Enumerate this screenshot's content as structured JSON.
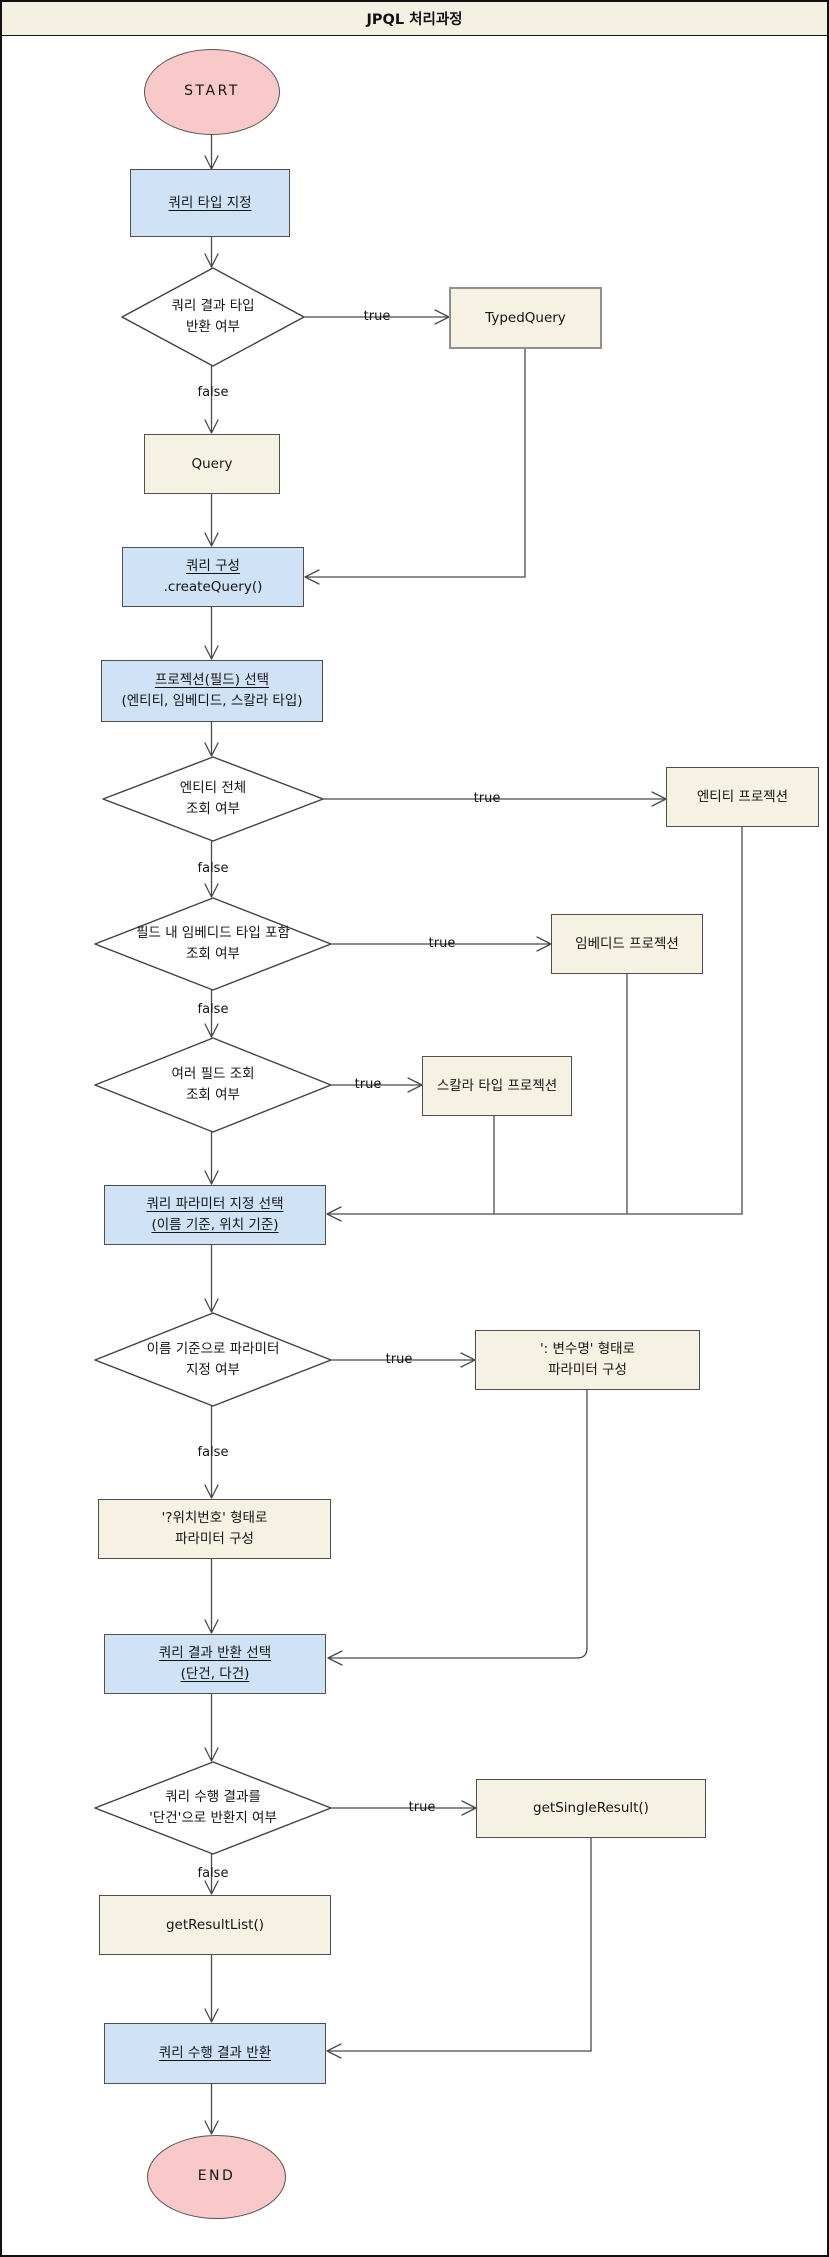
{
  "title": "JPQL 처리과정",
  "colors": {
    "title_bg": "#f4f0e2",
    "terminal_fill": "#f9c8c8",
    "process_fill": "#cfe2f6",
    "io_fill": "#f5f1e3",
    "line": "#4a4a4a"
  },
  "labels": {
    "true": "true",
    "false": "false"
  },
  "nodes": {
    "start": "START",
    "query_type": "쿼리 타입 지정",
    "result_type_decision": {
      "line1": "쿼리 결과 타입",
      "line2": "반환 여부"
    },
    "typed_query": "TypedQuery",
    "query": "Query",
    "create_query": {
      "line1": "쿼리 구성",
      "line2": ".createQuery()"
    },
    "projection_select": {
      "line1": "프로젝션(필드) 선택",
      "line2": "(엔티티, 임베디드, 스칼라 타입)"
    },
    "entity_all_decision": {
      "line1": "엔티티 전체",
      "line2": "조회 여부"
    },
    "entity_projection": "엔티티 프로젝션",
    "embedded_decision": {
      "line1": "필드 내 임베디드 타입 포함",
      "line2": "조회 여부"
    },
    "embedded_projection": "임베디드 프로젝션",
    "multi_field_decision": {
      "line1": "여러 필드 조회",
      "line2": "조회 여부"
    },
    "scalar_projection": "스칼라 타입 프로젝션",
    "param_select": {
      "line1": "쿼리 파라미터 지정 선택",
      "line2": "(이름 기준, 위치 기준)"
    },
    "named_param_decision": {
      "line1": "이름 기준으로 파라미터",
      "line2": "지정 여부"
    },
    "named_param": {
      "line1": "': 변수명' 형태로",
      "line2": "파라미터 구성"
    },
    "positional_param": {
      "line1": "'?위치번호' 형태로",
      "line2": "파라미터 구성"
    },
    "result_select": {
      "line1": "쿼리 결과 반환 선택",
      "line2": "(단건, 다건)"
    },
    "single_decision": {
      "line1": "쿼리 수행 결과를",
      "line2": "'단건'으로 반환지 여부"
    },
    "get_single_result": "getSingleResult()",
    "get_result_list": "getResultList()",
    "return_result": "쿼리 수행 결과 반환",
    "end": "END"
  }
}
